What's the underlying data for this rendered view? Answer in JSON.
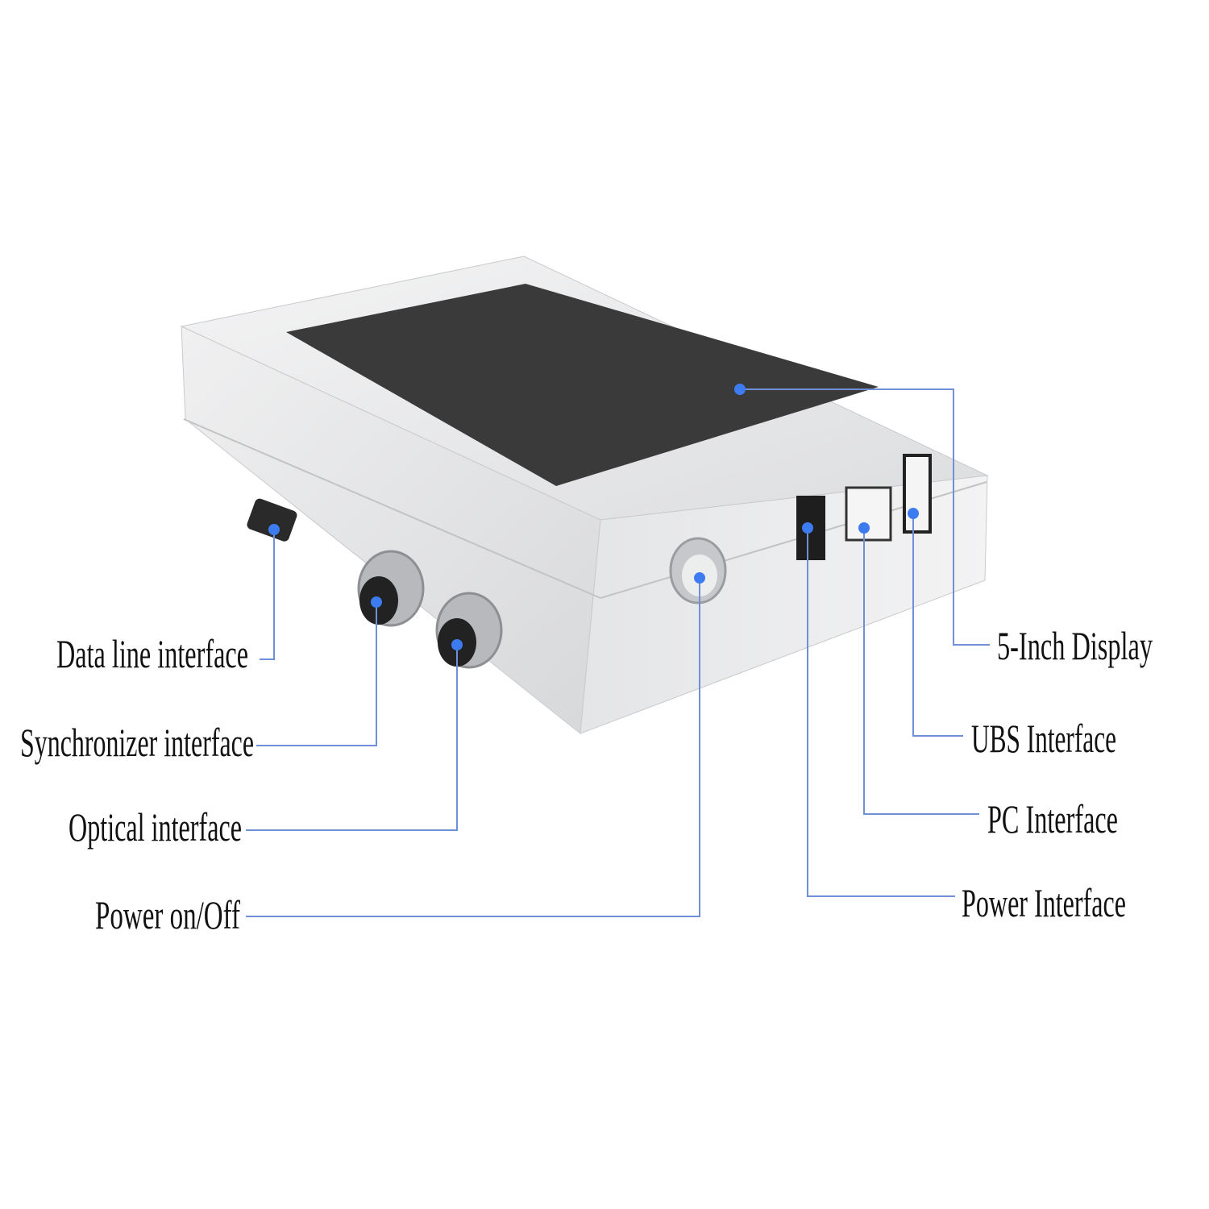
{
  "colors": {
    "callout_line": "#6f8fd8",
    "callout_dot": "#3d7cf0",
    "device_body": "#e6e7e9",
    "screen": "#3a3a3a"
  },
  "left_labels": [
    {
      "id": "data-line",
      "text": "Data line interface"
    },
    {
      "id": "synchronizer",
      "text": "Synchronizer interface"
    },
    {
      "id": "optical",
      "text": "Optical interface"
    },
    {
      "id": "power-switch",
      "text": "Power on/Off"
    }
  ],
  "right_labels": [
    {
      "id": "display",
      "text": "5-Inch Display"
    },
    {
      "id": "usb",
      "text": "UBS Interface"
    },
    {
      "id": "pc",
      "text": "PC Interface"
    },
    {
      "id": "power-interface",
      "text": "Power Interface"
    }
  ]
}
